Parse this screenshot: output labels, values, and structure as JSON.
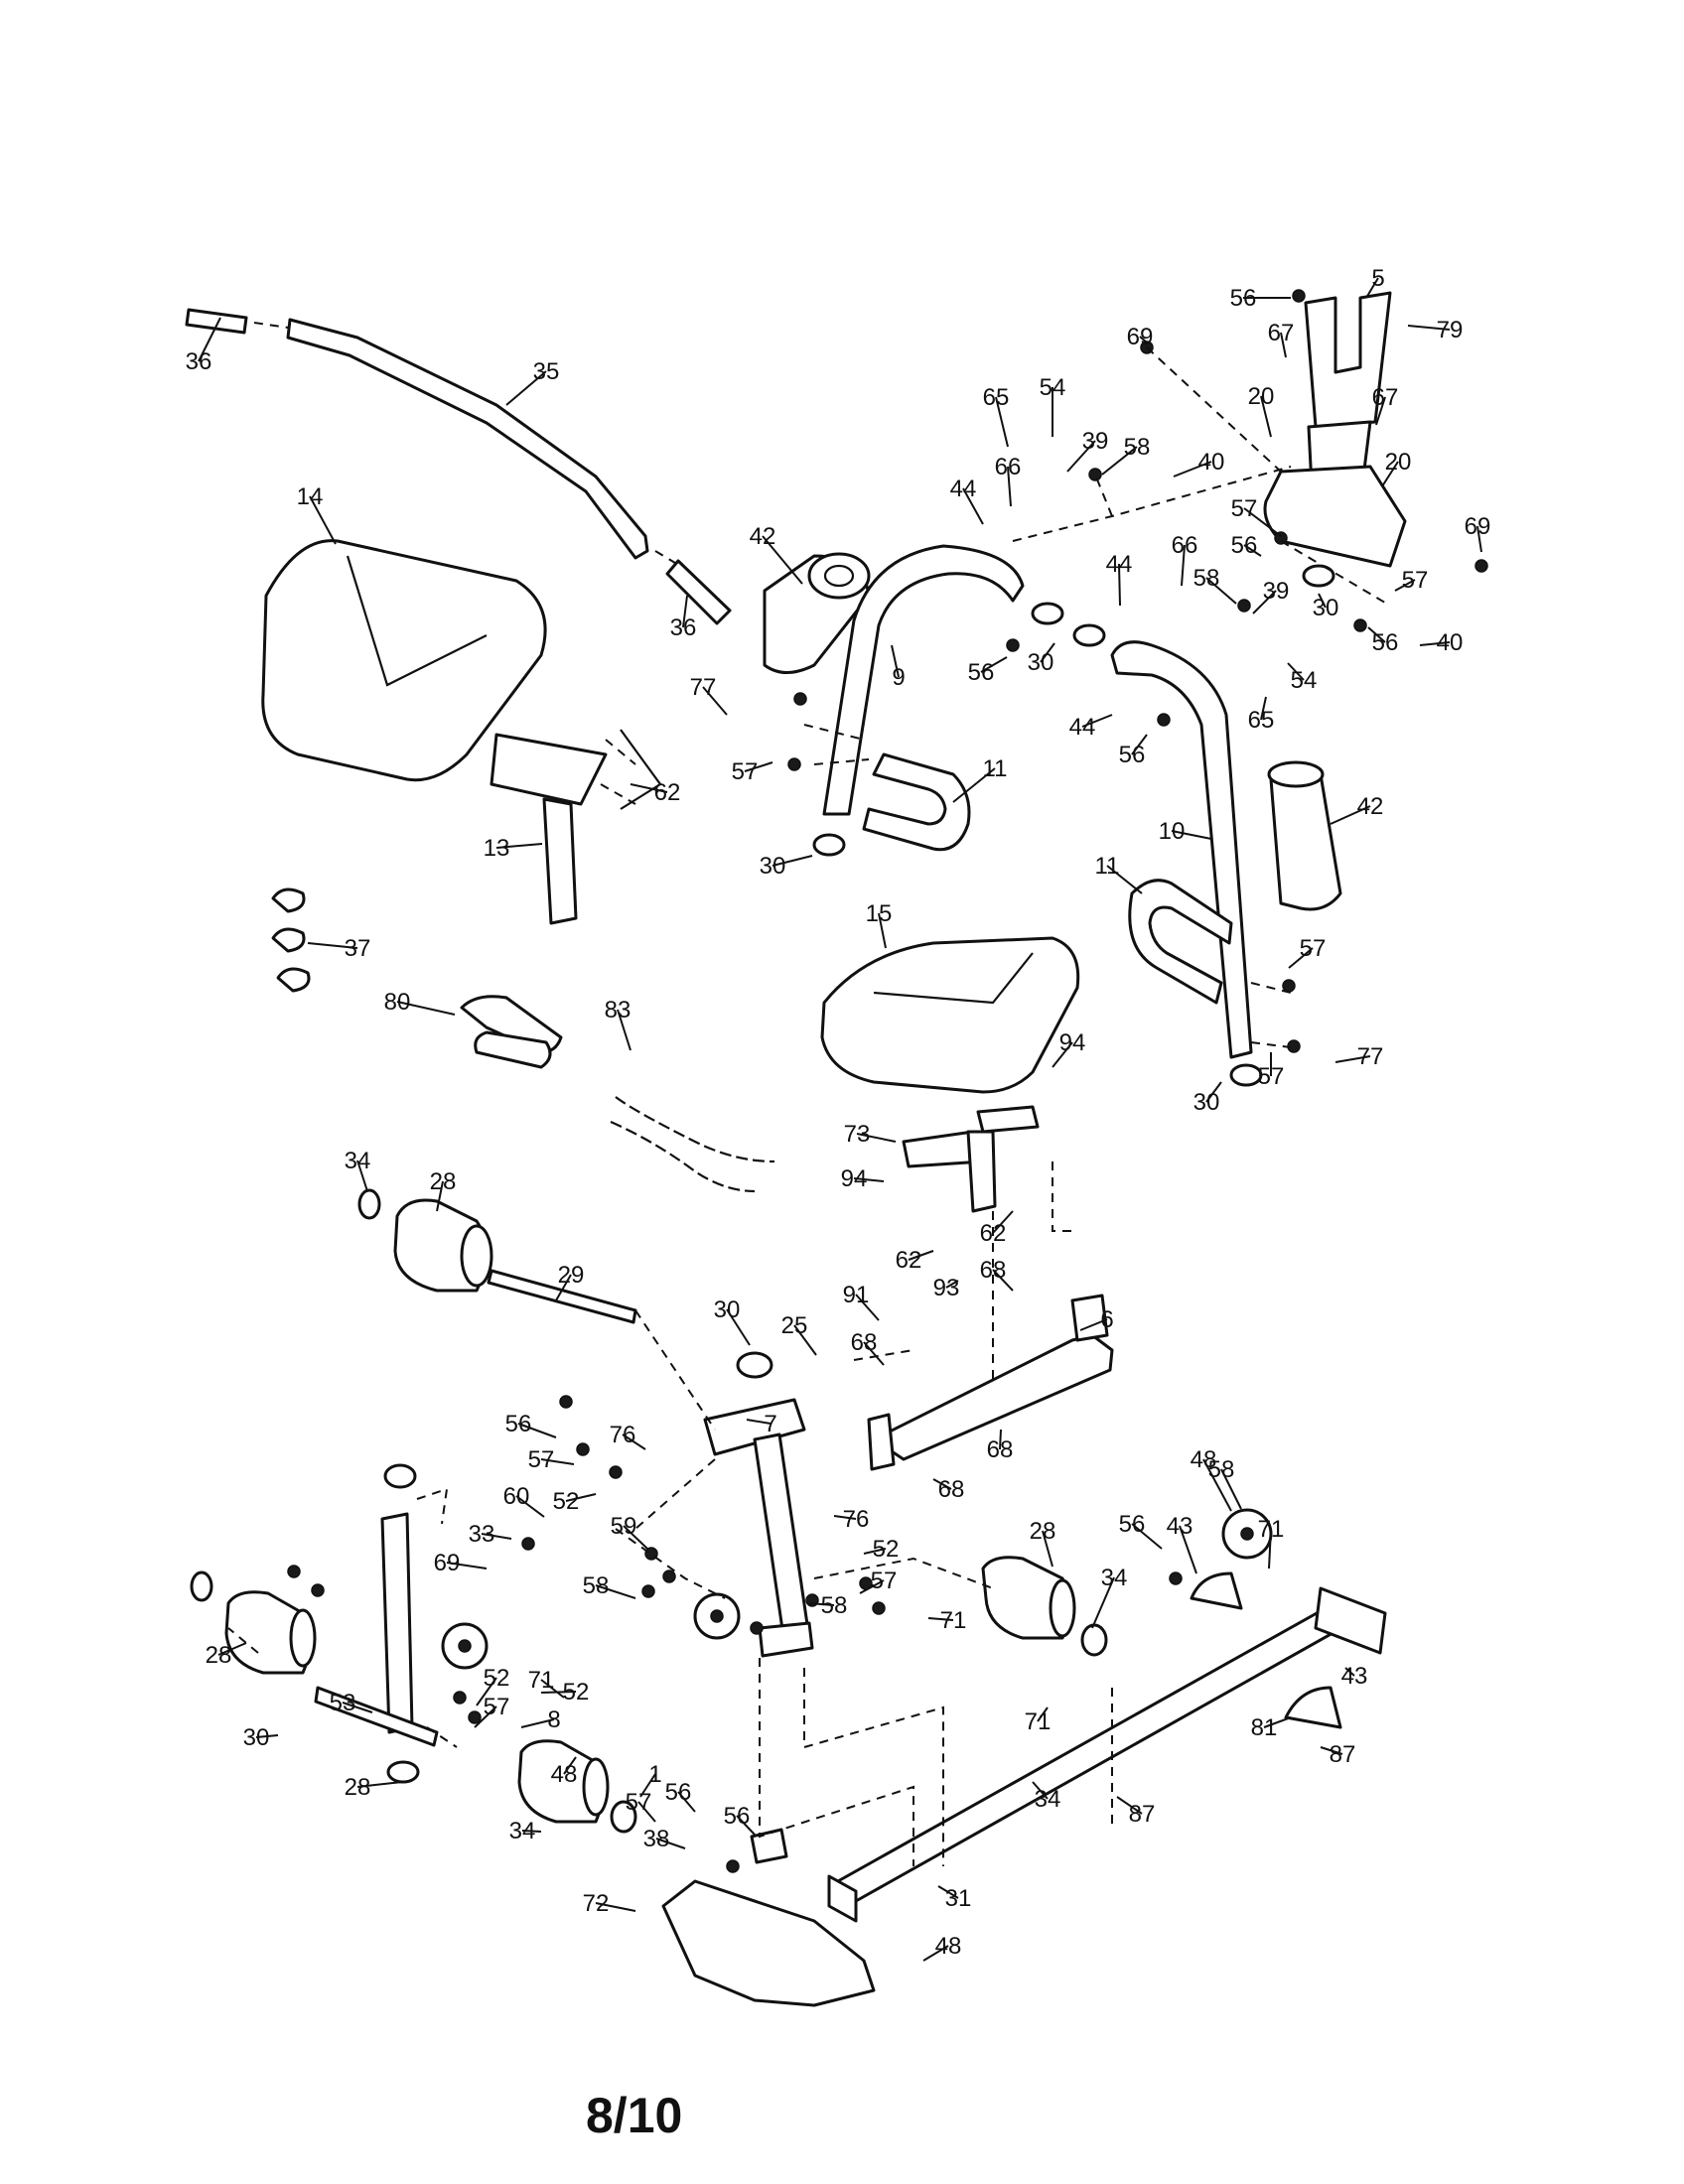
{
  "page_number": "8/10",
  "callouts": [
    "36",
    "35",
    "36",
    "14",
    "62",
    "13",
    "37",
    "80",
    "83",
    "42",
    "9",
    "11",
    "77",
    "57",
    "30",
    "44",
    "56",
    "30",
    "65",
    "54",
    "39",
    "58",
    "66",
    "44",
    "40",
    "69",
    "56",
    "5",
    "79",
    "67",
    "20",
    "67",
    "20",
    "57",
    "56",
    "30",
    "57",
    "56",
    "69",
    "40",
    "44",
    "66",
    "58",
    "39",
    "54",
    "65",
    "56",
    "10",
    "42",
    "11",
    "57",
    "77",
    "57",
    "30",
    "15",
    "94",
    "73",
    "94",
    "62",
    "62",
    "34",
    "28",
    "29",
    "30",
    "25",
    "91",
    "93",
    "68",
    "6",
    "68",
    "68",
    "68",
    "7",
    "76",
    "56",
    "57",
    "52",
    "60",
    "33",
    "69",
    "76",
    "59",
    "58",
    "52",
    "57",
    "58",
    "71",
    "28",
    "34",
    "48",
    "56",
    "43",
    "71",
    "34",
    "56",
    "57",
    "52",
    "28",
    "48",
    "52",
    "57",
    "71",
    "8",
    "53",
    "30",
    "28",
    "34",
    "1",
    "71",
    "43",
    "81",
    "87",
    "87",
    "31",
    "56",
    "38",
    "72",
    "48",
    "58"
  ],
  "colors": {
    "ink": "#111111",
    "paper": "#ffffff"
  }
}
